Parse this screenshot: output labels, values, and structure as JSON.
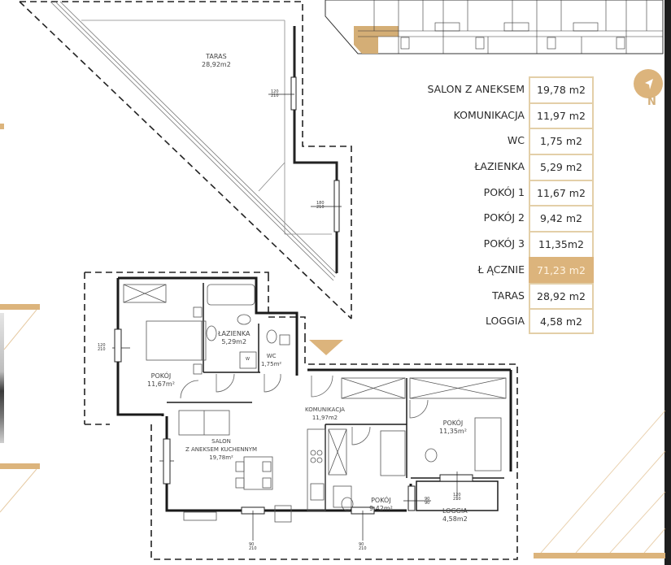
{
  "areas_table": {
    "rows": [
      {
        "label": "SALON Z ANEKSEM",
        "value": "19,78 m2"
      },
      {
        "label": "KOMUNIKACJA",
        "value": "11,97 m2"
      },
      {
        "label": "WC",
        "value": "1,75 m2"
      },
      {
        "label": "ŁAZIENKA",
        "value": "5,29 m2"
      },
      {
        "label": "POKÓJ 1",
        "value": "11,67 m2"
      },
      {
        "label": "POKÓJ 2",
        "value": "9,42 m2"
      },
      {
        "label": "POKÓJ 3",
        "value": "11,35m2"
      },
      {
        "label": "Ł ĄCZNIE",
        "value": "71,23 m2",
        "highlight": true
      },
      {
        "label": "TARAS",
        "value": "28,92 m2"
      },
      {
        "label": "LOGGIA",
        "value": "4,58 m2"
      }
    ]
  },
  "compass": {
    "label": "N",
    "icon": "north-arrow-icon"
  },
  "colors": {
    "accent": "#dcb47c",
    "table_border": "#e3cfa8",
    "wall": "#1a1a1a"
  },
  "plan": {
    "rooms": {
      "taras": {
        "name": "TARAS",
        "area": "28,92m2"
      },
      "lazienka": {
        "name": "ŁAZIENKA",
        "area": "5,29m2"
      },
      "wc": {
        "name": "WC",
        "area": "1,75m²"
      },
      "pokoj1": {
        "name": "POKÓJ",
        "area": "11,67m²"
      },
      "komunikacja": {
        "name": "KOMUNIKACJA",
        "area": "11,97m2"
      },
      "salon": {
        "name": "SALON",
        "name2": "Z ANEKSEM KUCHENNYM",
        "area": "19,78m²"
      },
      "pokoj3": {
        "name": "POKÓJ",
        "area": "11,35m²"
      },
      "pokoj2": {
        "name": "POKÓJ",
        "area": "9,42m²"
      },
      "loggia": {
        "name": "LOGGIA",
        "area": "4,58m2"
      }
    },
    "openings": [
      {
        "id": "taras-door-1",
        "w": "120",
        "h": "210"
      },
      {
        "id": "taras-door-2",
        "w": "180",
        "h": "210"
      },
      {
        "id": "pokoj1-window",
        "w": "120",
        "h": "210"
      },
      {
        "id": "salon-window-bottom",
        "w": "90",
        "h": "210"
      },
      {
        "id": "pokoj2-window-bottom",
        "w": "90",
        "h": "210"
      },
      {
        "id": "loggia-door",
        "w": "120",
        "h": "210"
      },
      {
        "id": "pokoj2-loggia-window",
        "w": "90",
        "h": "90"
      }
    ],
    "washer_label": "W"
  }
}
